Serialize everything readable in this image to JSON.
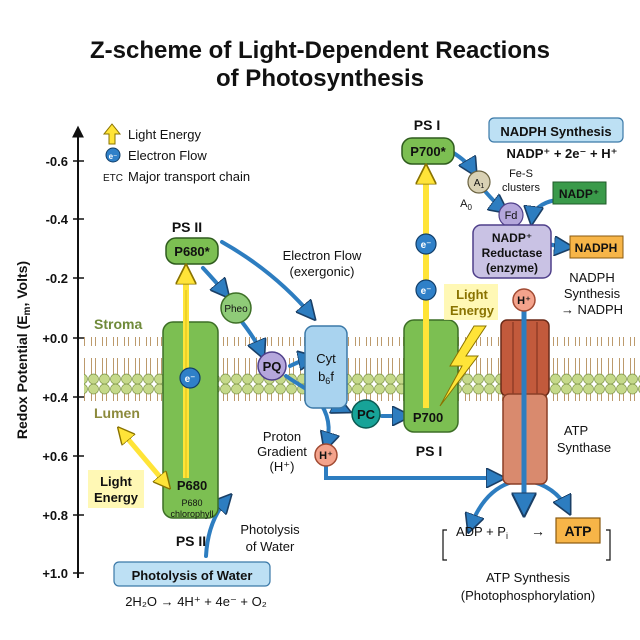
{
  "title": {
    "line1": "Z-scheme of Light-Dependent Reactions",
    "line2": "of Photosynthesis"
  },
  "y_axis": {
    "label_parts": [
      "Redox Potential (E",
      "m",
      ", Volts)"
    ],
    "ticks": [
      "-0.6",
      "-0.4",
      "-0.2",
      "+0.0",
      "+0.4",
      "+0.6",
      "+0.8",
      "+1.0"
    ]
  },
  "legend": {
    "light": "Light Energy",
    "electron_symbol": "e⁻",
    "electron": "Electron Flow",
    "etc_tag": "ETC",
    "etc": "Major transport chain"
  },
  "regions": {
    "stroma": "Stroma",
    "lumen": "Lumen"
  },
  "ps2": {
    "label_top": "PS II",
    "p680_star": "P680*",
    "p680": "P680",
    "chl_line1": "P680",
    "chl_line2": "chlorophyll",
    "label_bottom": "PS II",
    "electron": "e⁻"
  },
  "light_left": {
    "line1": "Light",
    "line2": "Energy"
  },
  "electron_flow_note": {
    "line1": "Electron Flow",
    "line2": "(exergonic)"
  },
  "carriers": {
    "pheo": "Pheo",
    "pq": "PQ",
    "cyt_line1": "Cyt",
    "cyt_b": "b",
    "cyt_sub": "6",
    "cyt_f": "f",
    "pc": "PC",
    "h_plus": "H⁺"
  },
  "proton_gradient": {
    "line1": "Proton",
    "line2": "Gradient",
    "line3": "(H⁺)"
  },
  "photolysis_note": {
    "line1": "Photolysis",
    "line2": "of Water"
  },
  "photolysis_box": {
    "label": "Photolysis of Water",
    "equation": "2H₂O → 4H⁺ + 4e⁻ + O₂"
  },
  "ps1": {
    "label_top": "PS I",
    "p700_star": "P700*",
    "p700": "P700",
    "label_bottom": "PS I",
    "electron": "e⁻"
  },
  "light_right": {
    "line1": "Light",
    "line2": "Energy"
  },
  "ps1_acceptors": {
    "a1": "A",
    "a1_sub": "1",
    "a0": "A",
    "a0_sub": "0",
    "fes_line1": "Fe-S",
    "fes_line2": "clusters",
    "fd": "Fd"
  },
  "reductase": {
    "line1": "NADP⁺",
    "line2": "Reductase",
    "line3": "(enzyme)"
  },
  "nadph_panel": {
    "header": "NADPH Synthesis",
    "equation": "NADP⁺ + 2e⁻ + H⁺",
    "nadp_box": "NADP⁺",
    "nadph_box": "NADPH",
    "note_line1": "NADPH",
    "note_line2": "Synthesis",
    "note_line3": "→ NADPH"
  },
  "atp_synthase": {
    "h_plus": "H⁺",
    "line1": "ATP",
    "line2": "Synthase"
  },
  "atp_reaction": {
    "adp": "ADP + P",
    "adp_sub": "i",
    "arrow": "→",
    "atp": "ATP"
  },
  "atp_synthesis": {
    "line1": "ATP Synthesis",
    "line2": "(Photophosphorylation)"
  },
  "colors": {
    "membrane_green": "#b7c97a",
    "ps_green": "#7cbf52",
    "light_yellow": "#ffe438",
    "electron_blue": "#2f80c8",
    "arrow_blue": "#2d7dc0",
    "cyt_blue": "#a9d3ef",
    "pq_purple": "#b5a7dc",
    "pc_teal": "#17a398",
    "h_salmon": "#f4a38c",
    "atp_orange": "#f7b548",
    "synthase_red": "#d26a4a",
    "nadph_box_green": "#3a9a4a",
    "header_blue": "#bde0f4"
  }
}
